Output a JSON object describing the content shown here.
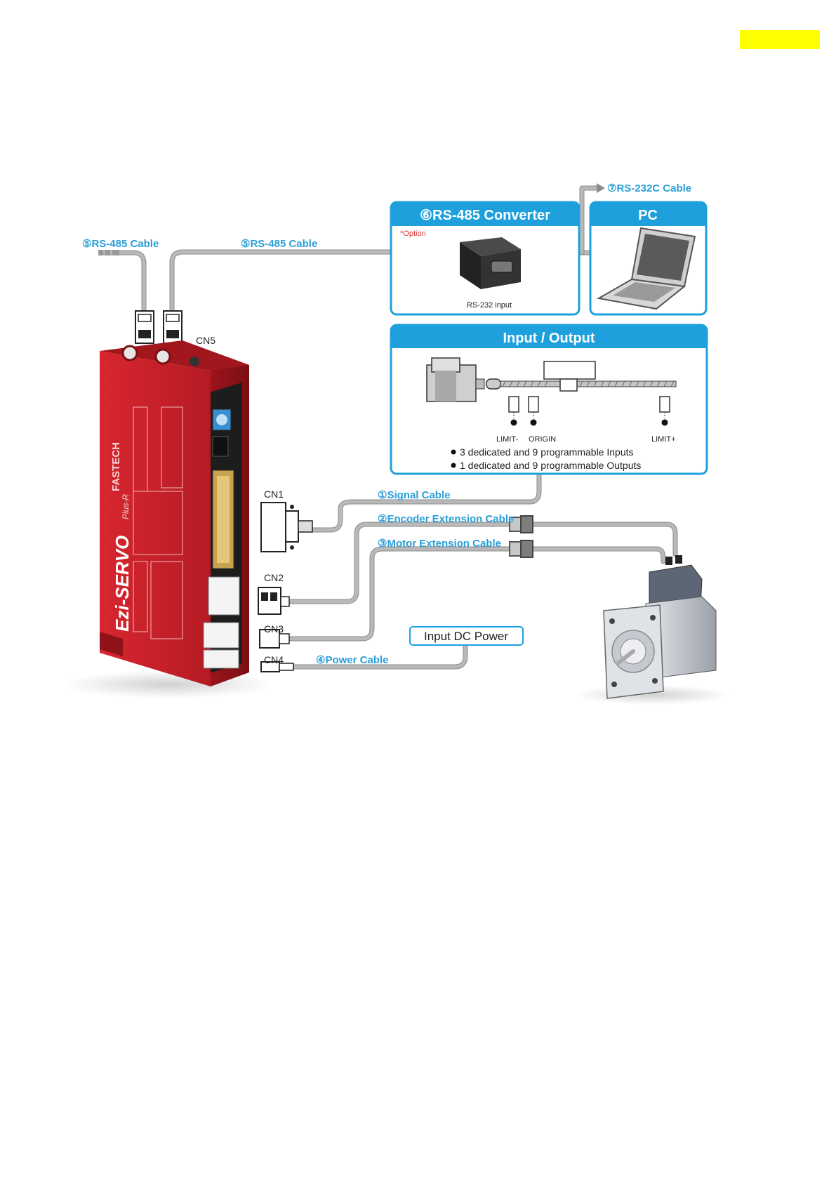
{
  "labels": {
    "rs485_cable_left": "⑤RS-485 Cable",
    "rs485_cable_mid": "⑤RS-485 Cable",
    "rs232c_cable": "⑦RS-232C Cable",
    "cn5": "CN5",
    "cn1": "CN1",
    "cn2": "CN2",
    "cn3": "CN3",
    "cn4": "CN4",
    "signal_cable": "①Signal Cable",
    "encoder_cable": "②Encoder Extension Cable",
    "motor_cable": "③Motor Extension Cable",
    "power_cable": "④Power Cable",
    "input_dc_power": "Input DC Power"
  },
  "converter_box": {
    "title": "⑥RS-485 Converter",
    "option": "*Option",
    "caption": "RS-232 input"
  },
  "pc_box": {
    "title": "PC"
  },
  "io_box": {
    "title": "Input / Output",
    "limit_minus": "LIMIT-",
    "origin": "ORIGIN",
    "limit_plus": "LIMIT+",
    "bullet_inputs": "3 dedicated and 9 programmable Inputs",
    "bullet_outputs": "1 dedicated and 9 programmable Outputs"
  },
  "driver": {
    "brand": "FASTECH",
    "model": "Ezi-SERVO",
    "variant": "Plus-R"
  },
  "colors": {
    "accent_blue": "#1ea0dc",
    "driver_red": "#c8202a",
    "highlight": "#ffff00",
    "cable_grey": "#b9b9b9"
  }
}
